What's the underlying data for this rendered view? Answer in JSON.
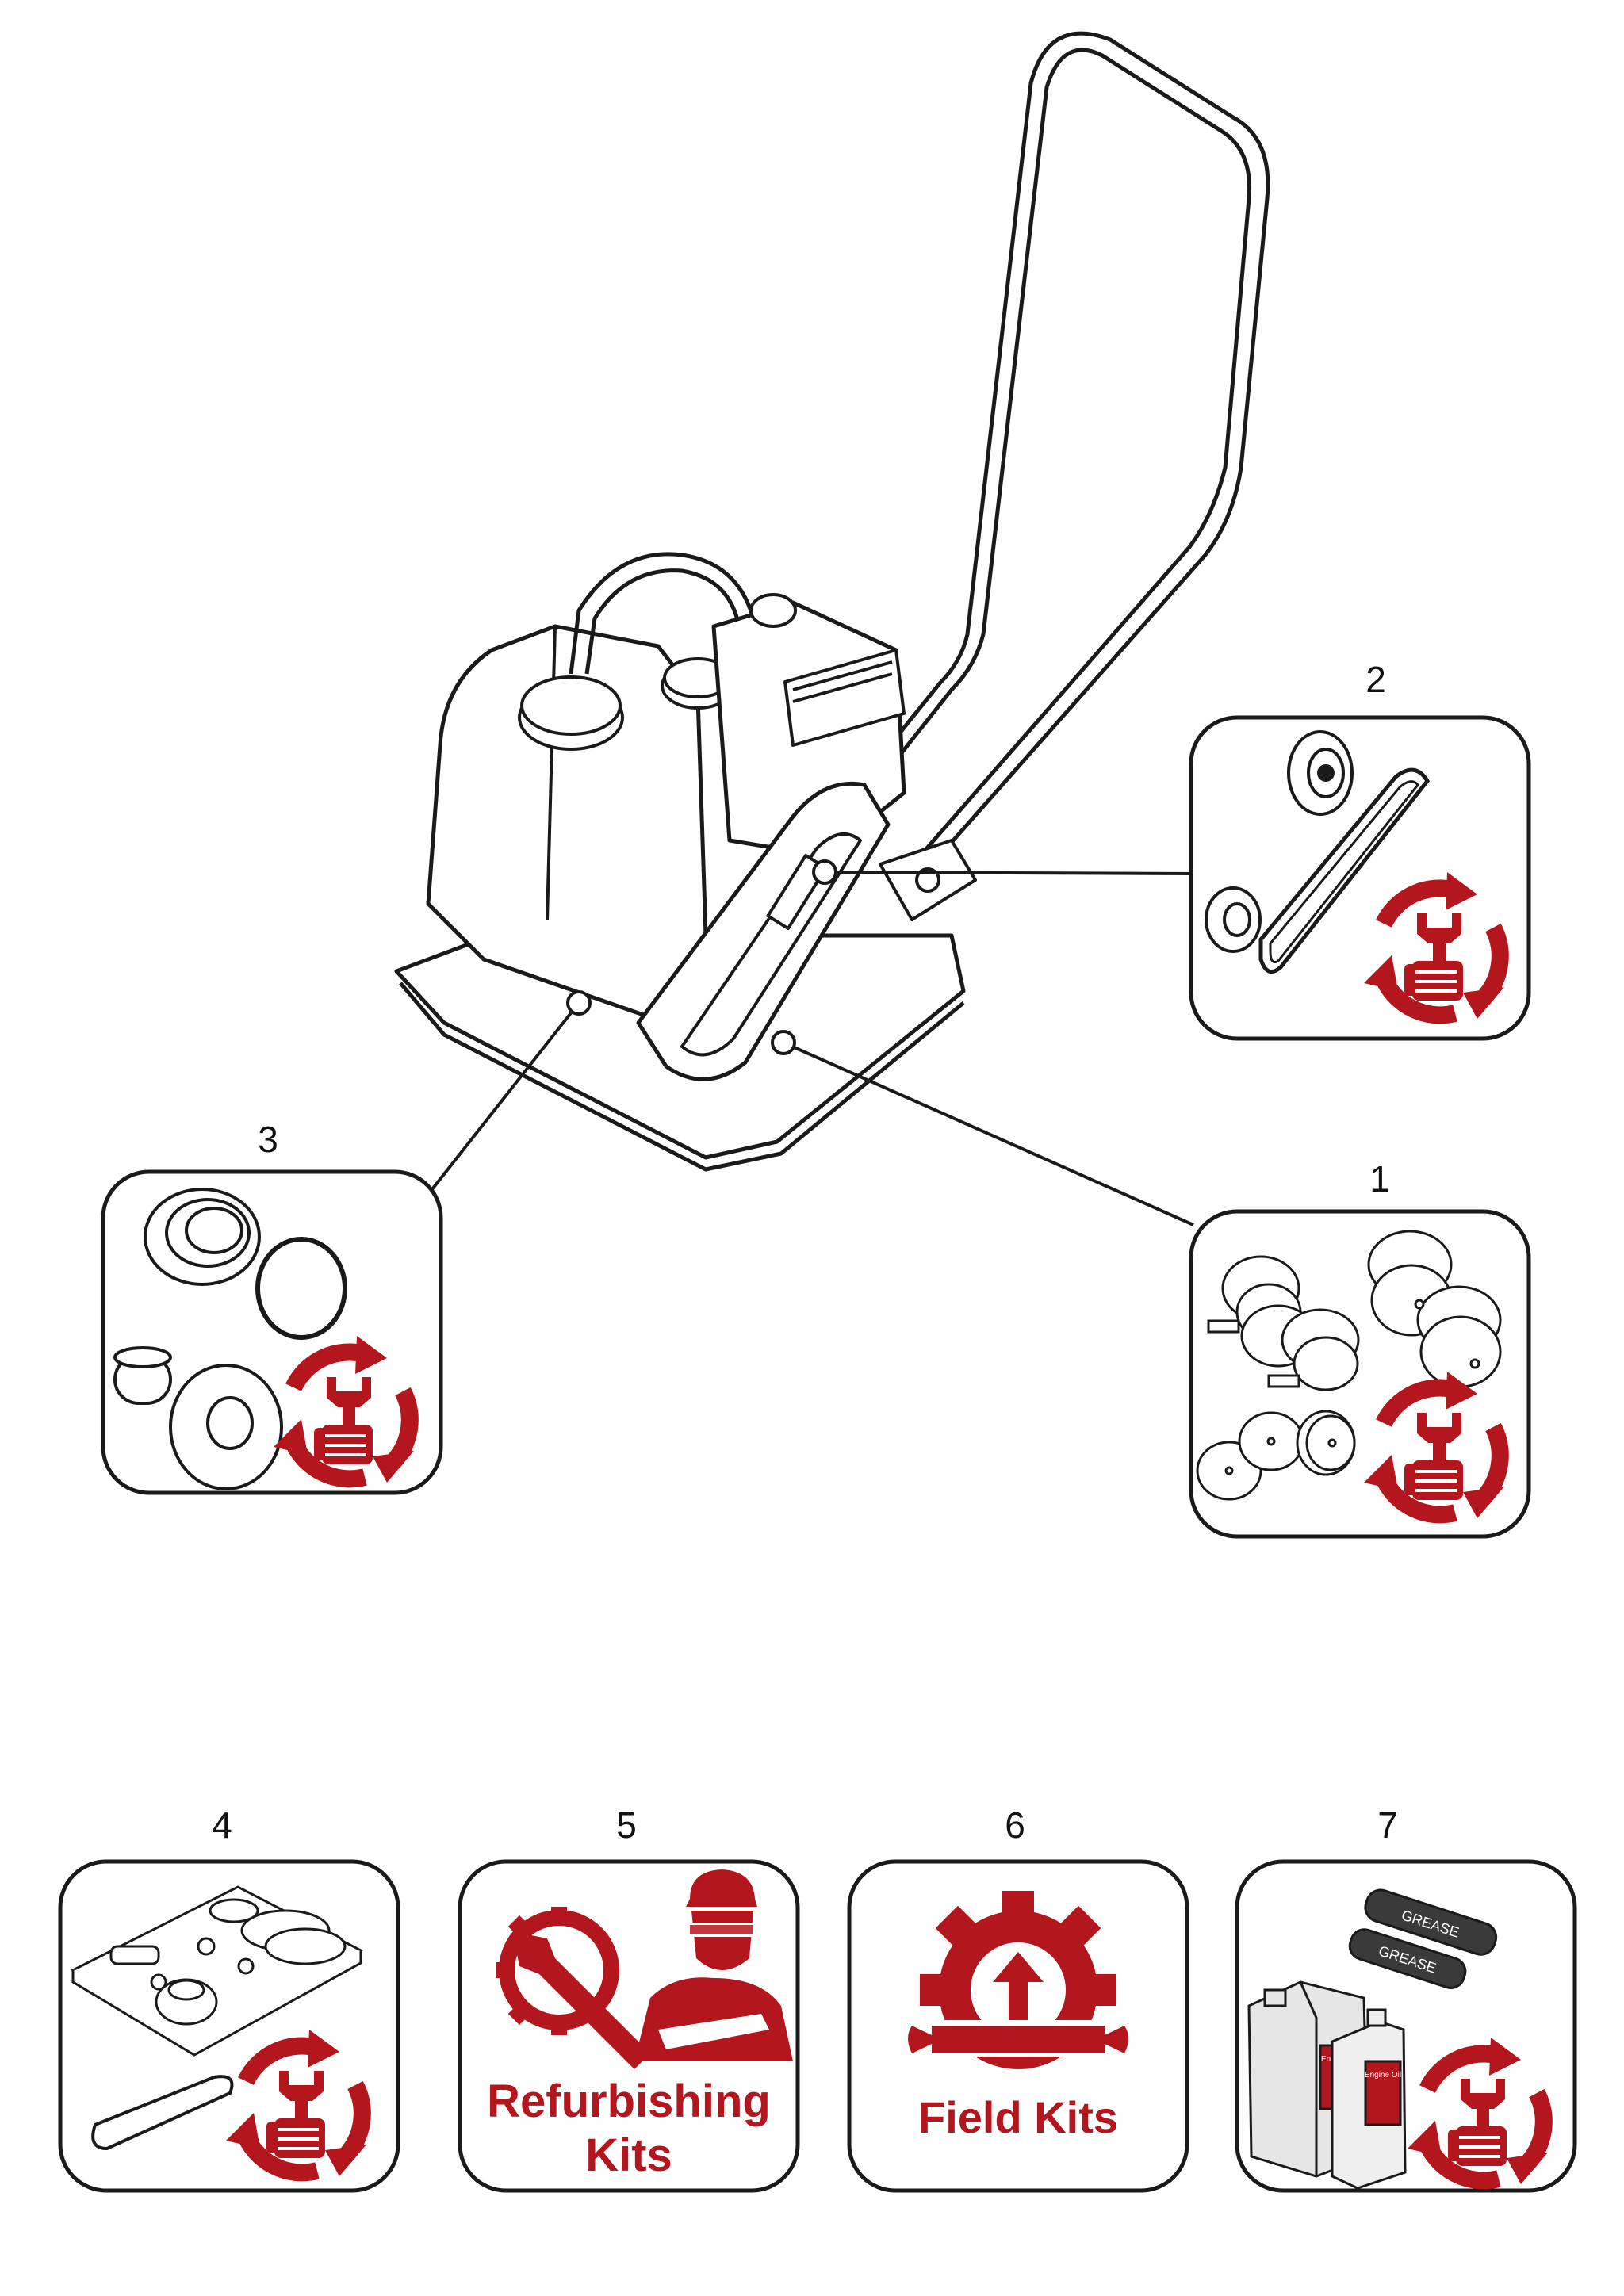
{
  "colors": {
    "accent": "#b4161e",
    "outline": "#1a1a1a",
    "fill": "#ffffff"
  },
  "callouts": [
    {
      "number": "1",
      "icon": "service-cycle-icon"
    },
    {
      "number": "2",
      "icon": "service-cycle-icon"
    },
    {
      "number": "3",
      "icon": "service-cycle-icon"
    },
    {
      "number": "4",
      "icon": "service-cycle-icon"
    },
    {
      "number": "5",
      "icon": "refurbish-technician-icon"
    },
    {
      "number": "6",
      "icon": "gear-wrench-upgrade-icon"
    },
    {
      "number": "7",
      "icon": "service-cycle-icon"
    }
  ],
  "kits": {
    "refurbishing_line1": "Refurbishing",
    "refurbishing_line2": "Kits",
    "field": "Field Kits"
  },
  "labels": {
    "grease_1": "GREASE",
    "grease_2": "GREASE",
    "oil_1": "Engine Oil",
    "oil_2": "Engine Oil"
  }
}
